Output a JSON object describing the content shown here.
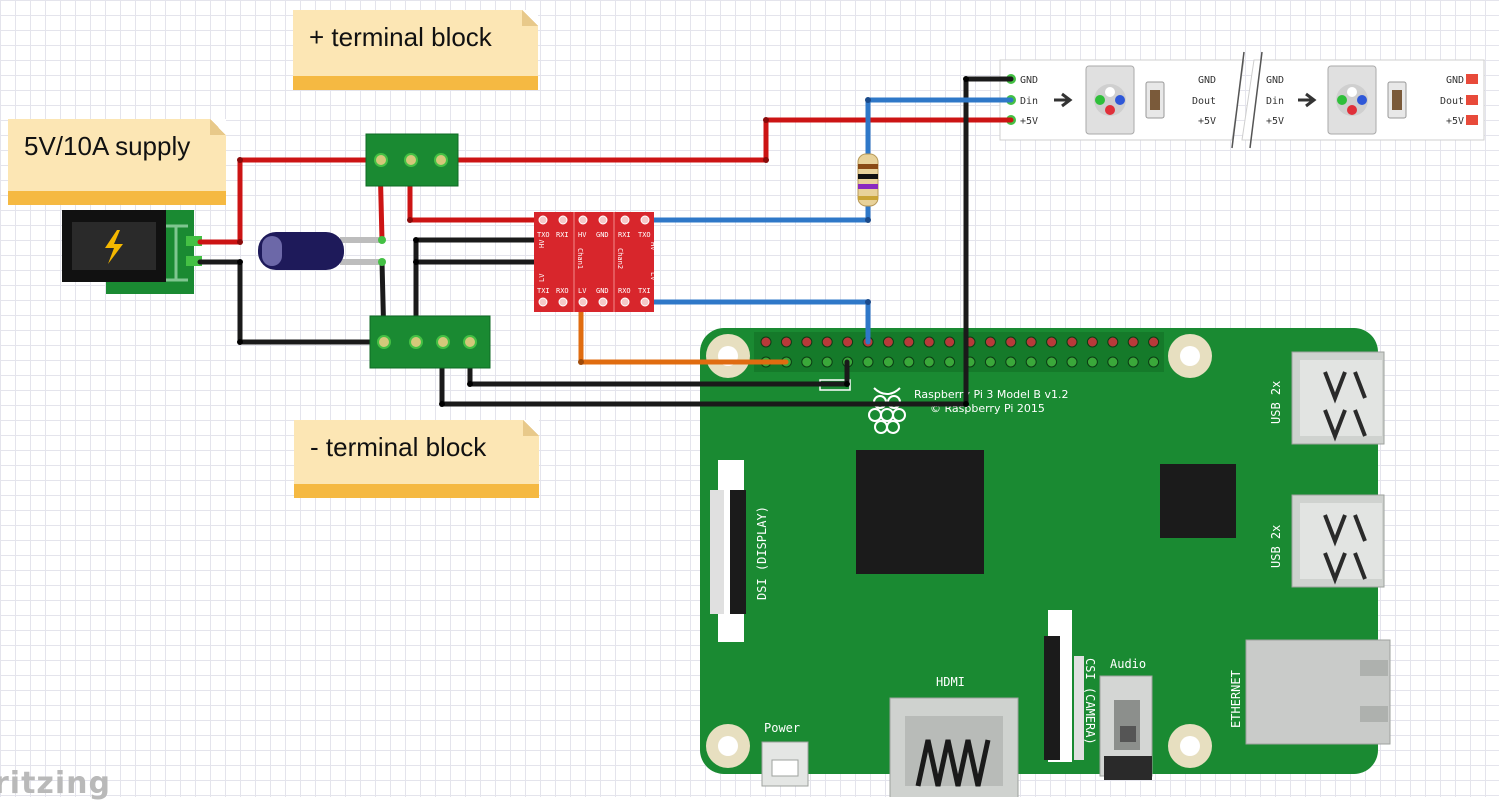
{
  "notes": {
    "plus_terminal": "+ terminal block",
    "supply": "5V/10A supply",
    "minus_terminal": "- terminal block"
  },
  "led_strip": {
    "left_pins": [
      "GND",
      "Din",
      "+5V"
    ],
    "segment1_right": [
      "GND",
      "Dout",
      "+5V"
    ],
    "segment2_left": [
      "GND",
      "Din",
      "+5V"
    ],
    "segment2_right": [
      "GND",
      "Dout",
      "+5V"
    ]
  },
  "level_shifter": {
    "top_pins": [
      "TXO",
      "RXI",
      "HV",
      "GND",
      "RXI",
      "TXO"
    ],
    "bottom_pins": [
      "TXI",
      "RXO",
      "LV",
      "GND",
      "RXO",
      "TXI"
    ],
    "chan1": "Chan1",
    "chan2": "Chan2",
    "hv": "HV",
    "lv": "LV"
  },
  "raspberry_pi": {
    "model": "Raspberry Pi 3 Model B v1.2",
    "copyright": "© Raspberry Pi 2015",
    "usb1": "USB 2x",
    "usb2": "USB 2x",
    "dsi": "DSI (DISPLAY)",
    "csi": "CSI (CAMERA)",
    "hdmi": "HDMI",
    "audio": "Audio",
    "power": "Power",
    "ethernet": "ETHERNET"
  },
  "watermark": "ritzing",
  "colors": {
    "wire_red": "#cc1414",
    "wire_black": "#1a1a1a",
    "wire_blue": "#2f78c8",
    "wire_orange": "#e06c10",
    "pcb_green": "#1a8a32",
    "shifter_red": "#d8262c"
  }
}
